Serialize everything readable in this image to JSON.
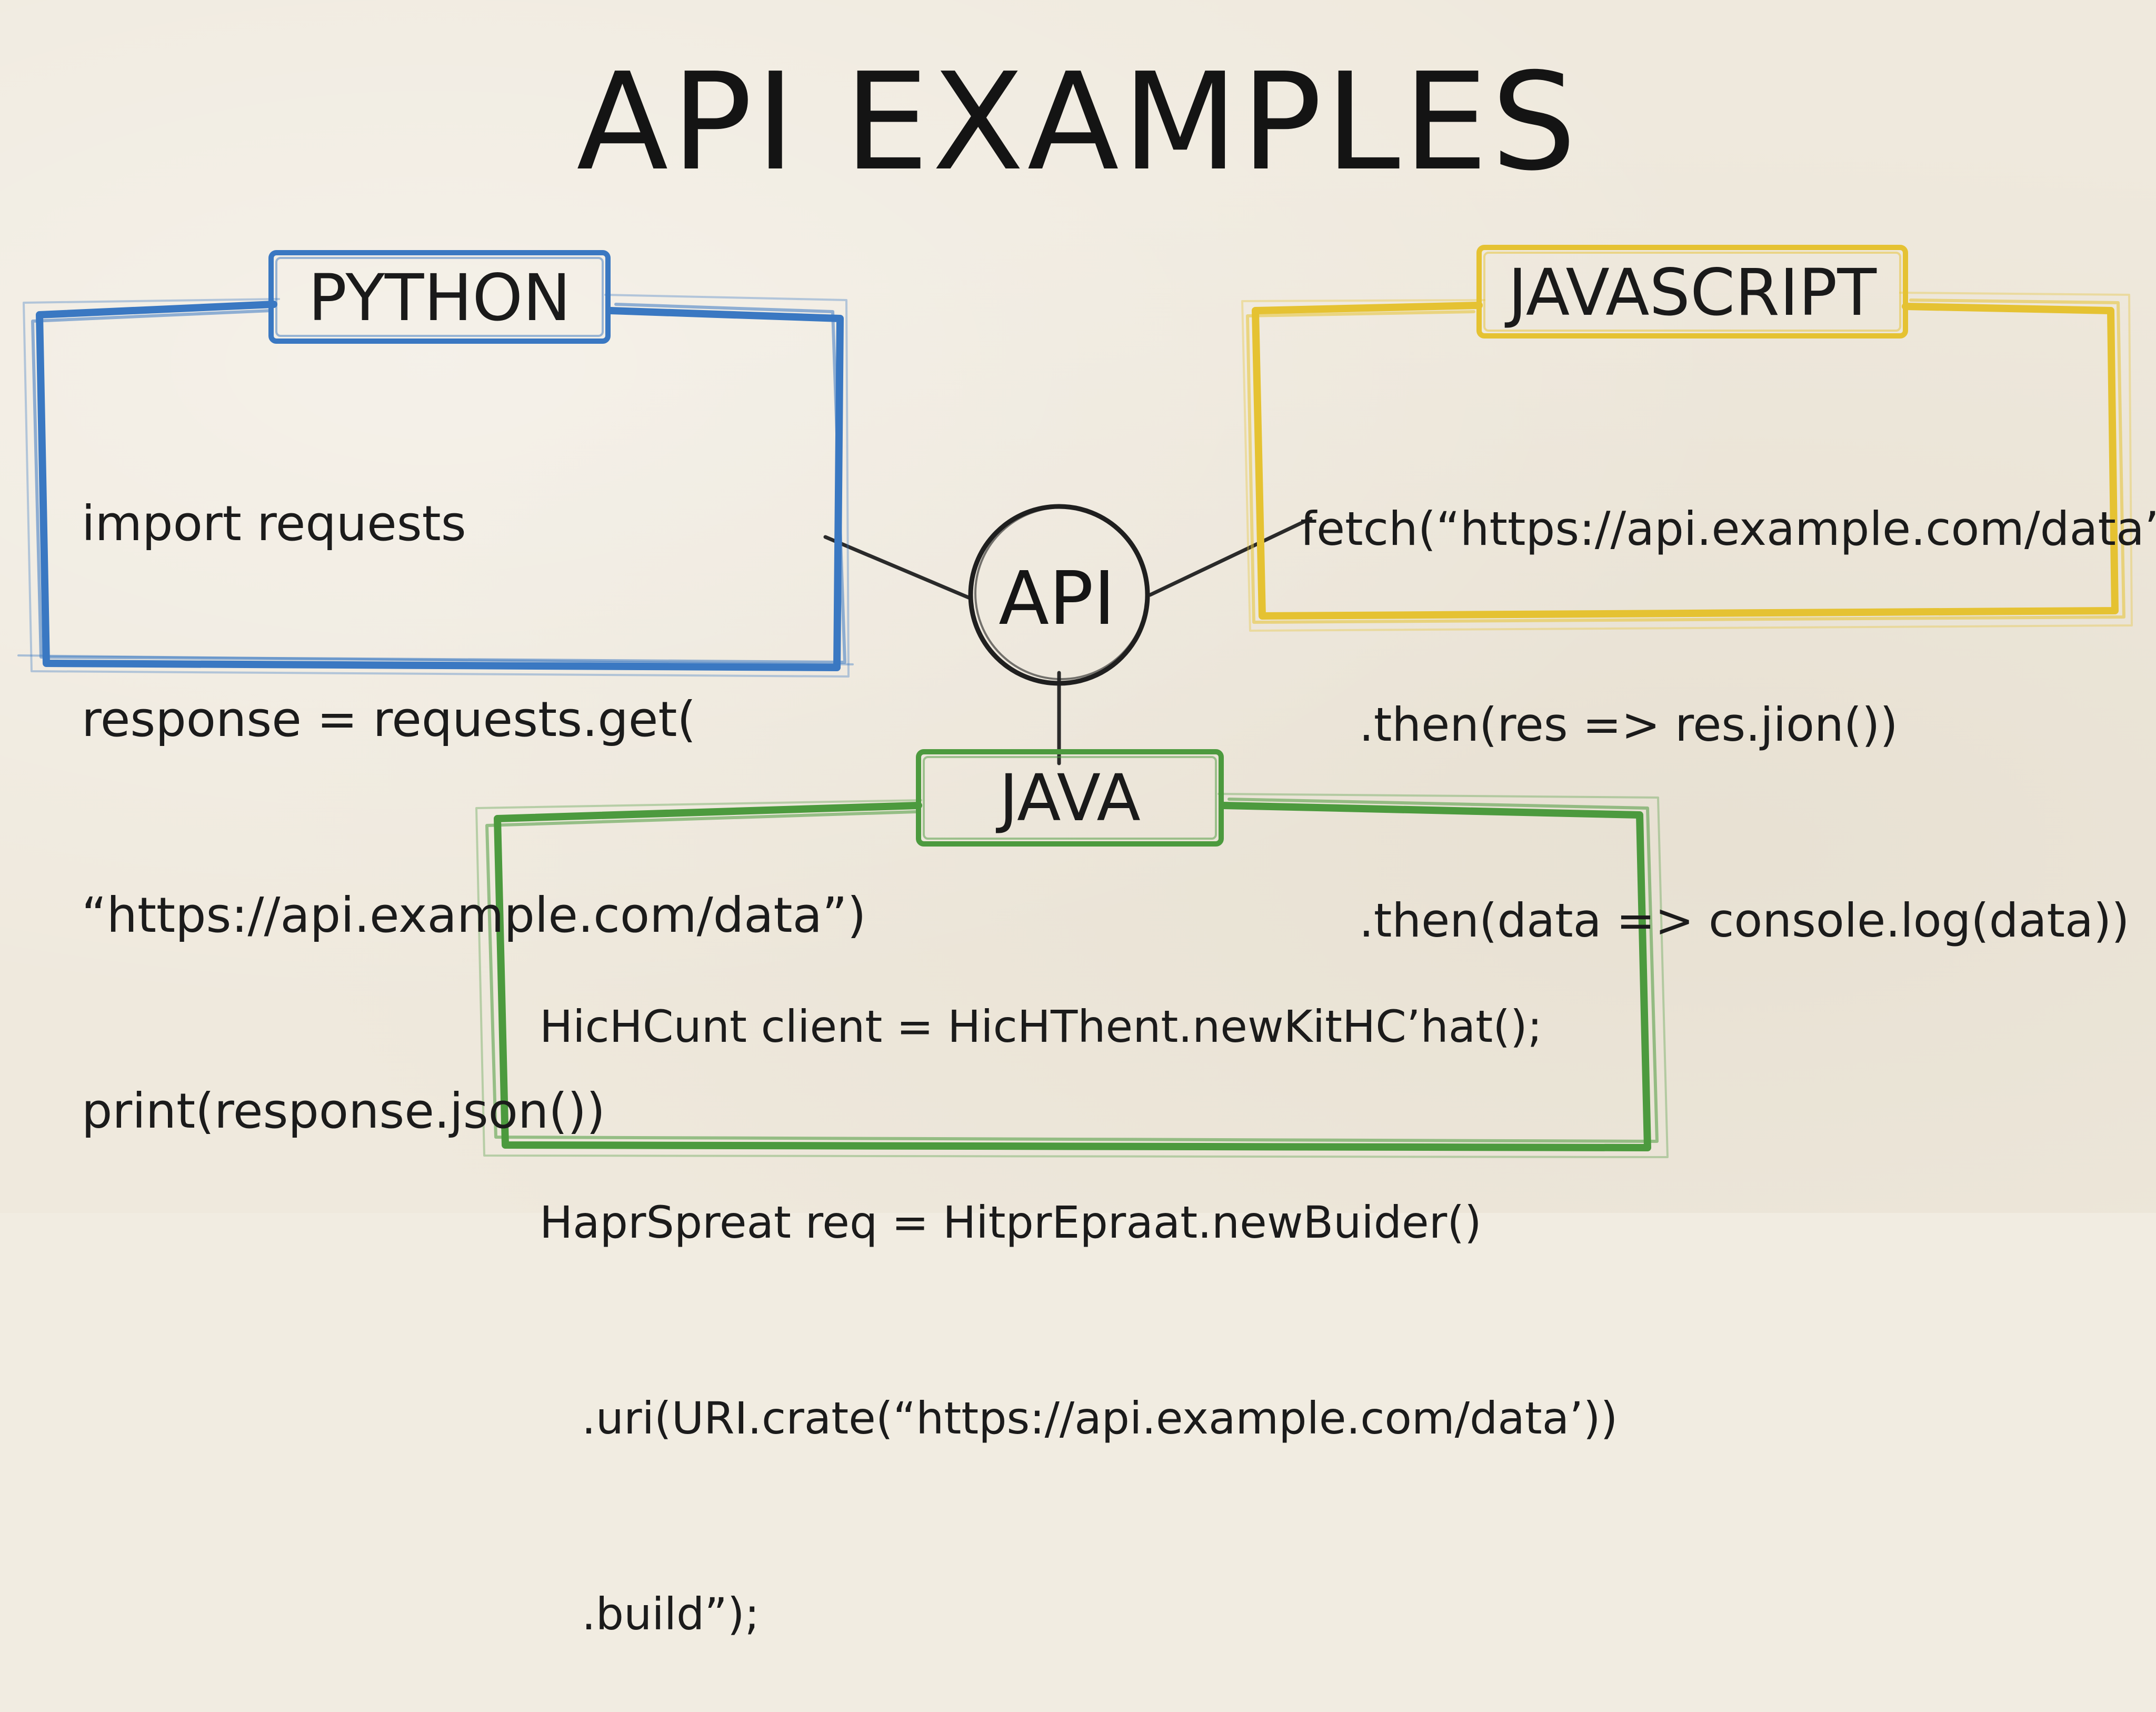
{
  "title": "API EXAMPLES",
  "hub": {
    "label": "API"
  },
  "colors": {
    "python": "#3a78c2",
    "javascript": "#e5c232",
    "java": "#4c9a3e",
    "ink": "#1a1a1a",
    "paper": "#efe9dd"
  },
  "python": {
    "label": "PYTHON",
    "lines": [
      "import requests",
      "response = requests.get(",
      "“https://api.example.com/data”)",
      "print(response.json())"
    ]
  },
  "javascript": {
    "label": "JAVASCRIPT",
    "lines": [
      "fetch(“https://api.example.com/data’)",
      "    .then(res => res.jion())",
      "    .then(data => console.log(data))"
    ]
  },
  "java": {
    "label": "JAVA",
    "lines": [
      "HicHCunt client = HicHThent.newKitHC’hat();",
      "HaprSpreat req = HitprEpraat.newBuider()",
      "   .uri(URI.crate(“https://api.example.com/data’))",
      "   .build”);"
    ]
  }
}
